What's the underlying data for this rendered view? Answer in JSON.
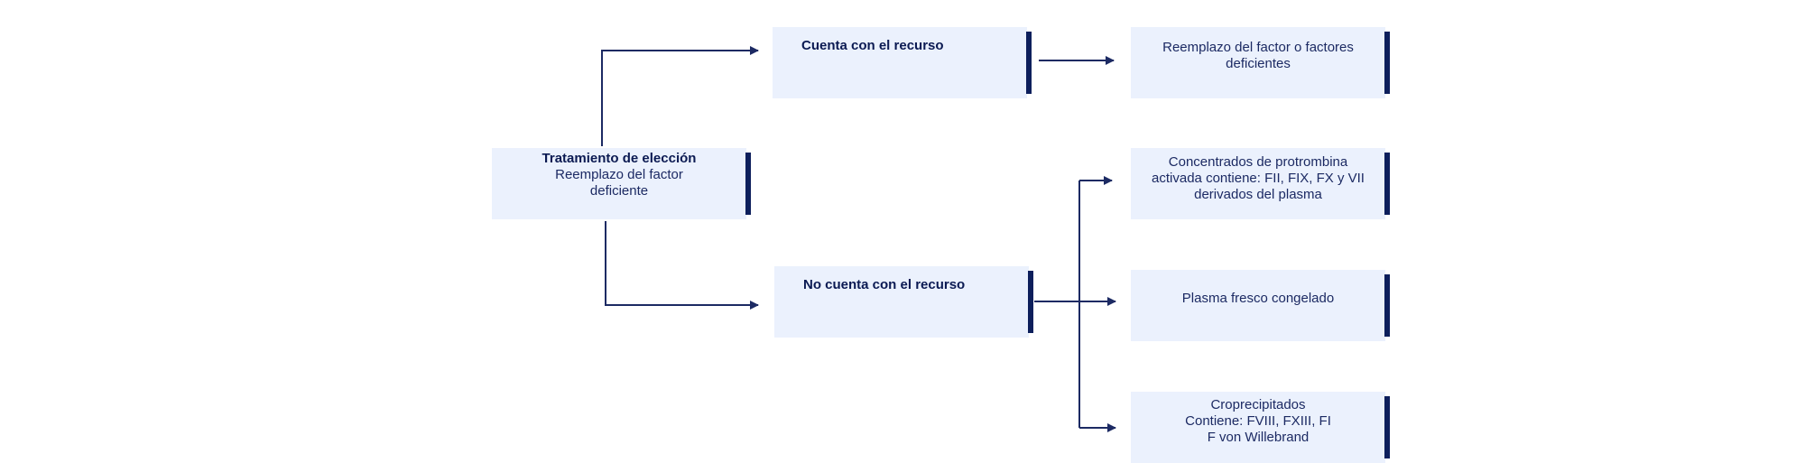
{
  "diagram": {
    "root": {
      "title": "Tratamiento de elección",
      "lines": [
        "Reemplazo del factor",
        "deficiente"
      ]
    },
    "branch_yes": {
      "title": "Cuenta con el recurso"
    },
    "branch_no": {
      "title": "No cuenta con el recurso"
    },
    "yes_result": {
      "lines": [
        "Reemplazo del factor o factores",
        "deficientes"
      ]
    },
    "no_results": [
      {
        "lines": [
          "Concentrados de protrombina",
          "activada contiene: FII, FIX, FX y VII",
          "derivados del plasma"
        ]
      },
      {
        "lines": [
          "Plasma fresco congelado"
        ]
      },
      {
        "lines": [
          "Croprecipitados",
          "Contiene: FVIII, FXIII, FI",
          "F von Willebrand"
        ]
      }
    ]
  },
  "colors": {
    "box": "#ebf1fd",
    "bar": "#0d1f5c",
    "line": "#1c2a63"
  }
}
